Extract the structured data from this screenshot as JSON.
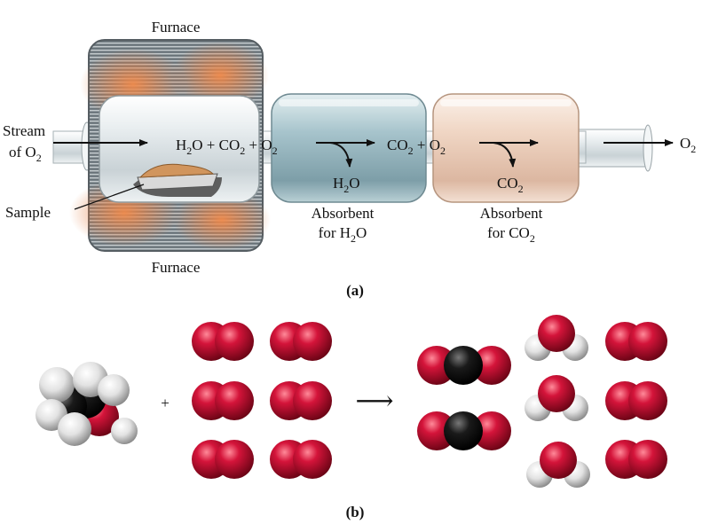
{
  "part_a": {
    "label": "(a)",
    "furnace_top": "Furnace",
    "furnace_bottom": "Furnace",
    "stream_line1": "Stream",
    "stream_line2": "of O",
    "stream_line2_sub": "2",
    "sample": "Sample",
    "reaction1": {
      "t1": "H",
      "s1": "2",
      "t2": "O + CO",
      "s2": "2",
      "t3": " + O",
      "s3": "2"
    },
    "reaction2": {
      "t1": "CO",
      "s1": "2",
      "t2": " + O",
      "s2": "2"
    },
    "output": {
      "t1": "O",
      "s1": "2"
    },
    "drop1": {
      "t1": "H",
      "s1": "2",
      "t2": "O"
    },
    "drop2": {
      "t1": "CO",
      "s1": "2"
    },
    "absorbent1_line1": "Absorbent",
    "absorbent1_line2": {
      "t1": "for H",
      "s1": "2",
      "t2": "O"
    },
    "absorbent2_line1": "Absorbent",
    "absorbent2_line2": {
      "t1": "for CO",
      "s1": "2"
    }
  },
  "part_b": {
    "label": "(b)",
    "plus": "+",
    "arrow": "⟶"
  },
  "colors": {
    "oxygen": "#c8102e",
    "carbon": "#111111",
    "hydrogen": "#e6e6e6",
    "tube1": "#9fc0c8",
    "tube2": "#f1d8c8",
    "furnace": "#8a9399",
    "glow": "#e0763a"
  }
}
